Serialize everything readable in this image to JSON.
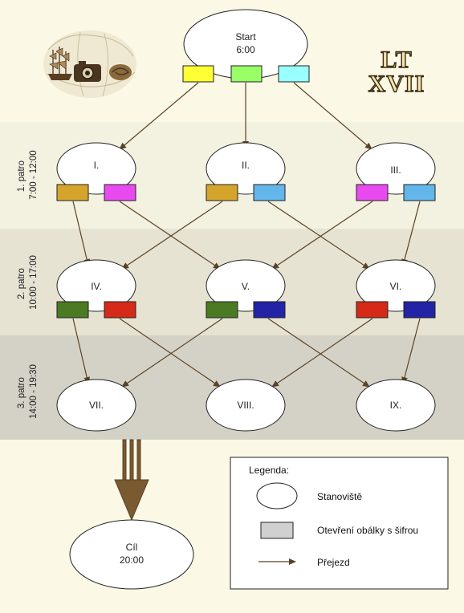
{
  "bands": [
    {
      "line1": "1. patro",
      "line2": "7:00 - 12:00",
      "color": "#f3f1e0"
    },
    {
      "line1": "2. patro",
      "line2": "10:00 - 17:00",
      "color": "#e6e3d3"
    },
    {
      "line1": "3. patro",
      "line2": "14:00 - 19:30",
      "color": "#d4d2c6"
    }
  ],
  "nodes": {
    "start": {
      "line1": "Start",
      "line2": "6:00"
    },
    "n1": {
      "label": "I."
    },
    "n2": {
      "label": "II."
    },
    "n3": {
      "label": "III."
    },
    "n4": {
      "label": "IV."
    },
    "n5": {
      "label": "V."
    },
    "n6": {
      "label": "VI."
    },
    "n7": {
      "label": "VII."
    },
    "n8": {
      "label": "VIII."
    },
    "n9": {
      "label": "IX."
    },
    "finish": {
      "line1": "Cíl",
      "line2": "20:00"
    }
  },
  "colors": {
    "yellow": "#ffff33",
    "green_light": "#99ff66",
    "cyan": "#99ffff",
    "gold": "#d4a52a",
    "magenta": "#e84af0",
    "sky": "#62b6ea",
    "olive_green": "#4a7a22",
    "red": "#d42a17",
    "navy": "#2323a6",
    "arrow": "#5b4226"
  },
  "logo": {
    "line1": "LT",
    "line2": "XVII"
  },
  "legend": {
    "title": "Legenda:",
    "station": "Stanoviště",
    "envelope": "Otevření obálky s šifrou",
    "transfer": "Přejezd"
  }
}
